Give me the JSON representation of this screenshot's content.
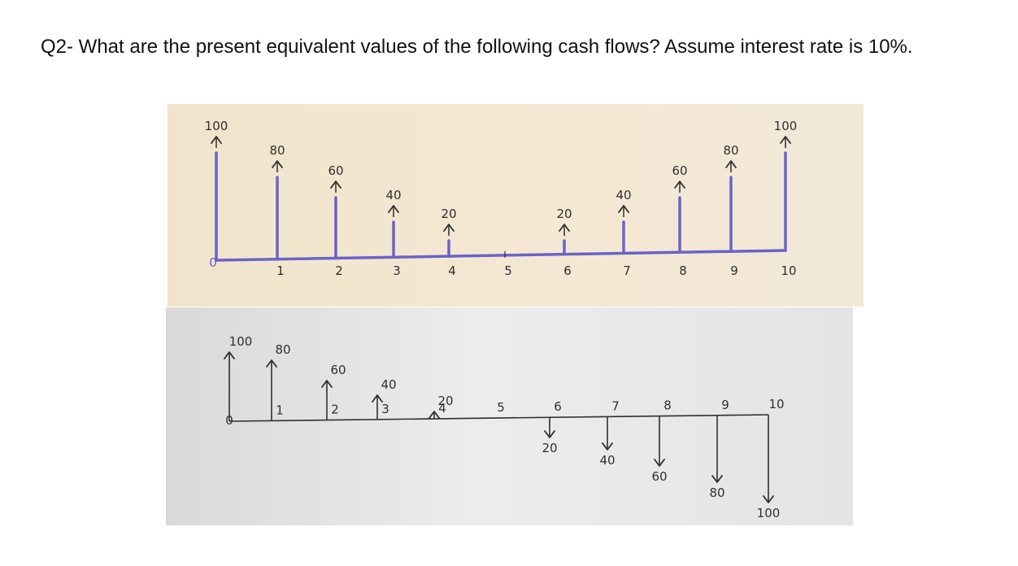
{
  "question": "Q2- What are the present equivalent values of the following cash flows? Assume interest rate is 10%.",
  "colors": {
    "ink_blue": "#6a63c9",
    "ink_dark": "#2f2f2f",
    "paper_top": "#f2e6cf",
    "paper_bottom": "#e2e2e2"
  },
  "diagram_top": {
    "periods": [
      "0",
      "1",
      "2",
      "3",
      "4",
      "5",
      "6",
      "7",
      "8",
      "9",
      "10"
    ],
    "flows": [
      "100",
      "80",
      "60",
      "40",
      "20",
      "",
      "20",
      "40",
      "60",
      "80",
      "100"
    ]
  },
  "diagram_bottom": {
    "periods": [
      "0",
      "1",
      "2",
      "3",
      "4",
      "5",
      "6",
      "7",
      "8",
      "9",
      "10"
    ],
    "flows_up": [
      "100",
      "80",
      "60",
      "40",
      "20",
      "",
      "",
      "",
      "",
      "",
      ""
    ],
    "flows_down": [
      "",
      "",
      "",
      "",
      "",
      "",
      "20",
      "40",
      "60",
      "80",
      "100"
    ]
  }
}
